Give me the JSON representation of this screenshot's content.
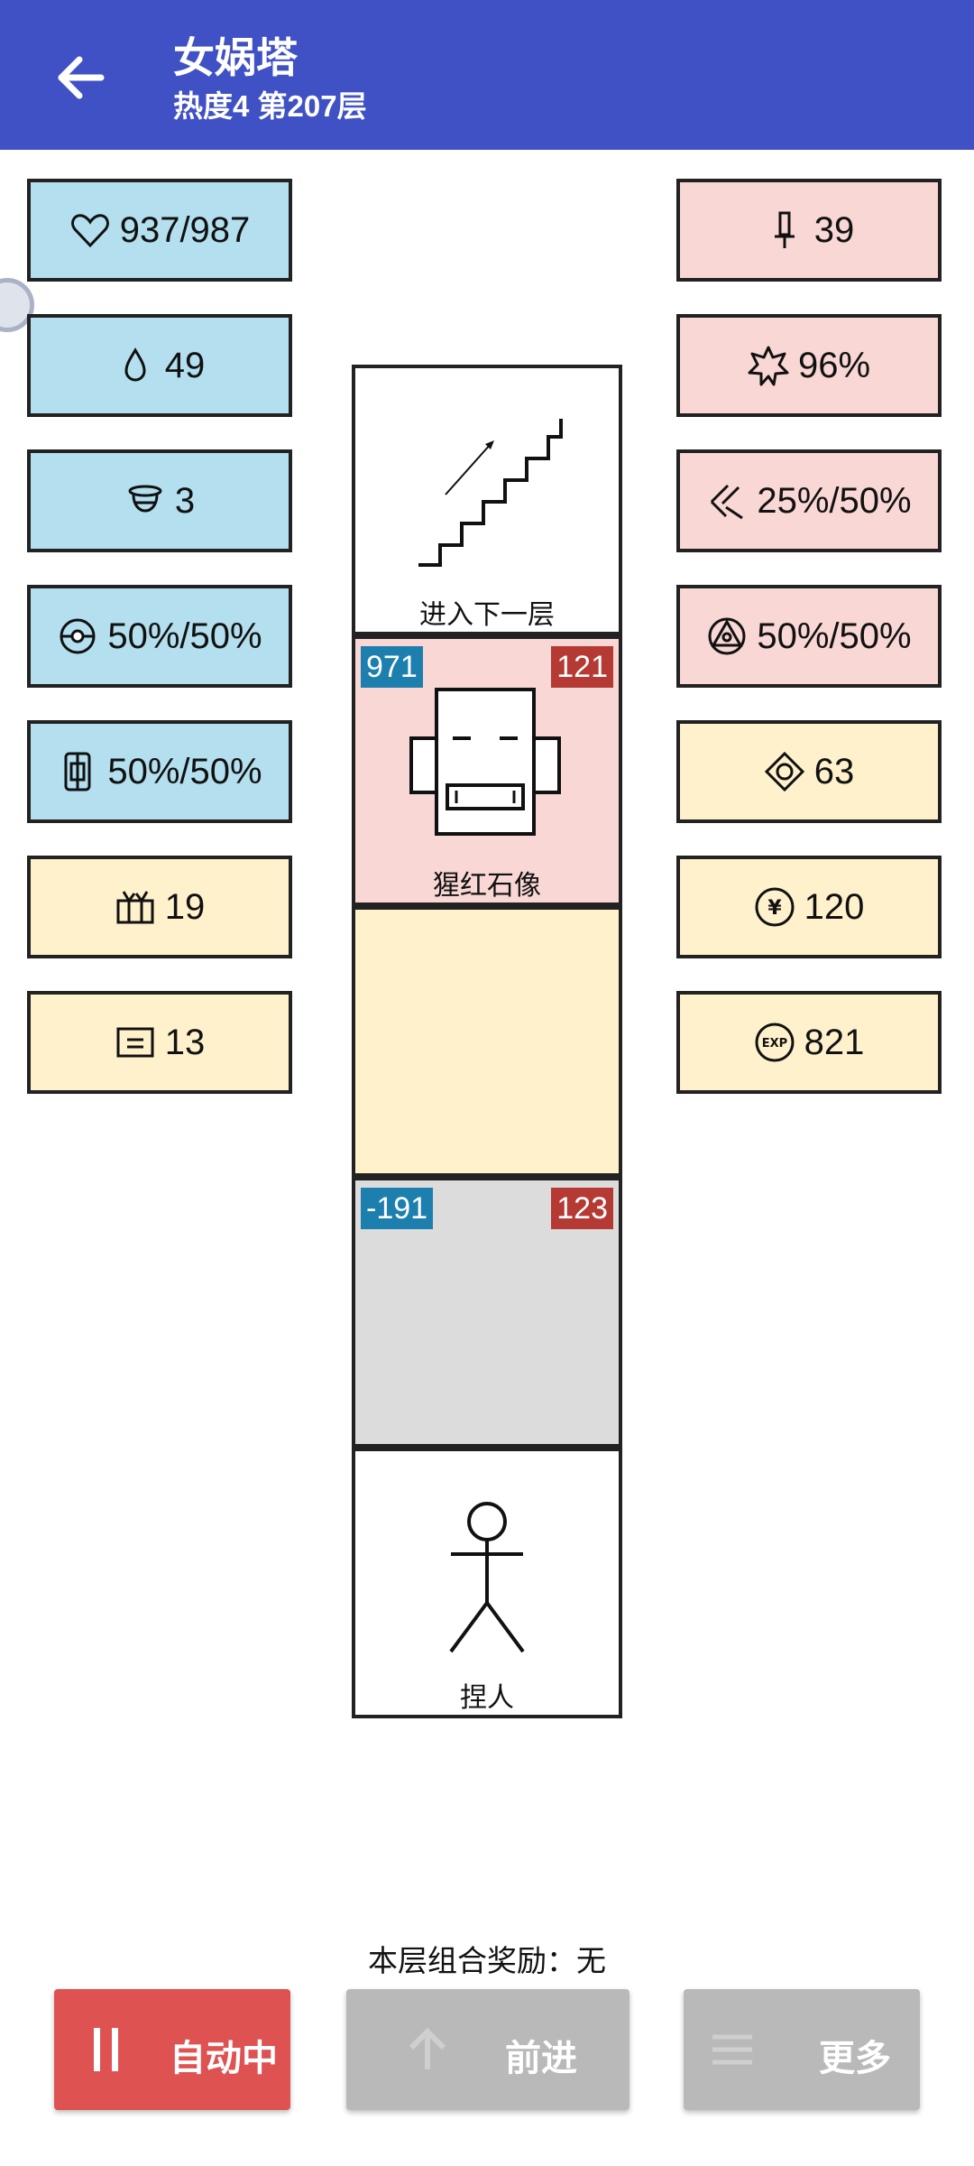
{
  "header": {
    "title": "女娲塔",
    "subtitle": "热度4 第207层",
    "back_icon": "arrow-left-icon"
  },
  "colors": {
    "header": "#3f51c4",
    "blue_stat": "#b3dfef",
    "pink_stat": "#f8d7d4",
    "yellow_stat": "#fff1cc",
    "auto_button": "#df5252",
    "disabled_button": "#b9b9b9",
    "tag_blue": "#1d7fae",
    "tag_red": "#b43a33"
  },
  "left_stats": [
    {
      "icon": "heart-icon",
      "value": "937/987"
    },
    {
      "icon": "drop-icon",
      "value": "49"
    },
    {
      "icon": "helmet-icon",
      "value": "3"
    },
    {
      "icon": "eye-shield-icon",
      "value": "50%/50%"
    },
    {
      "icon": "phone-shield-icon",
      "value": "50%/50%"
    },
    {
      "icon": "gift-box-icon",
      "value": "19"
    },
    {
      "icon": "card-icon",
      "value": "13"
    }
  ],
  "right_stats": [
    {
      "icon": "sword-icon",
      "value": "39"
    },
    {
      "icon": "burst-icon",
      "value": "96%"
    },
    {
      "icon": "slash-icon",
      "value": "25%/50%"
    },
    {
      "icon": "triangle-circle-icon",
      "value": "50%/50%"
    },
    {
      "icon": "diamond-icon",
      "value": "63"
    },
    {
      "icon": "yen-coin-icon",
      "value": "120"
    },
    {
      "icon": "exp-icon",
      "value": "821"
    }
  ],
  "tower": {
    "stairs_label": "进入下一层",
    "monster": {
      "name": "猩红石像",
      "left_value": "971",
      "right_value": "121"
    },
    "grey_cell": {
      "left_value": "-191",
      "right_value": "123"
    },
    "player_label": "捏人"
  },
  "bonus_text": "本层组合奖励：无",
  "buttons": {
    "auto": "自动中",
    "forward": "前进",
    "more": "更多"
  }
}
